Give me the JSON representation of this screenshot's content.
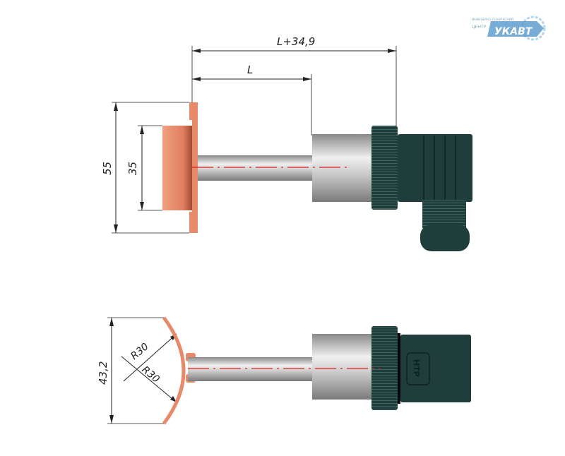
{
  "logo": {
    "line1": "ИНЖЕНЕРНО-ТЕХНИЧЕСКИЙ",
    "line2": "ЦЕНТР",
    "brand": "УКАВТ"
  },
  "dimensions": {
    "overall_length": "L+34,9",
    "length": "L",
    "flange_outer": "55",
    "flange_inner": "35",
    "paddle_width": "43,2",
    "radius_1": "R30",
    "radius_2": "R30"
  },
  "connector_label": "НТР",
  "colors": {
    "copper": "#e8896a",
    "connector": "#1f3e3b",
    "centerline": "#e02020",
    "steel": "#b8b8b8"
  }
}
